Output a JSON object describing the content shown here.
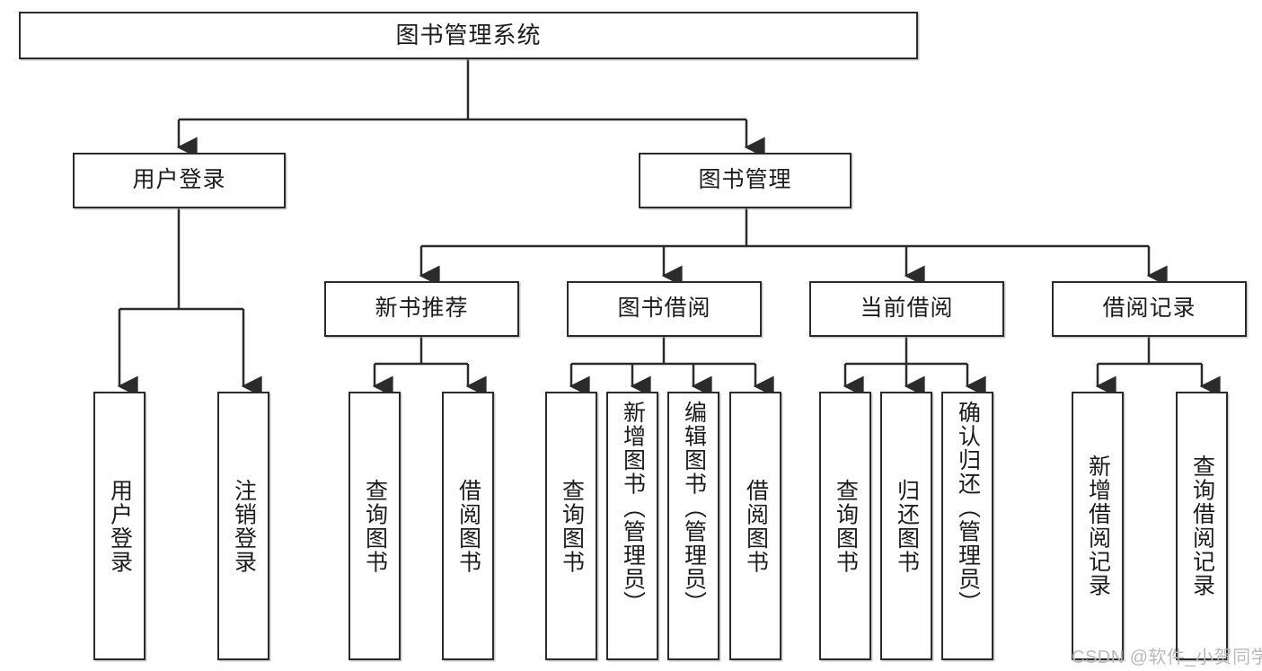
{
  "diagram": {
    "type": "tree",
    "title": "图书管理系统",
    "root": {
      "label": "图书管理系统"
    },
    "level1": [
      {
        "id": "user-login",
        "label": "用户登录"
      },
      {
        "id": "book-manage",
        "label": "图书管理"
      }
    ],
    "level2": [
      {
        "id": "new-book-recommend",
        "label": "新书推荐",
        "parent": "book-manage"
      },
      {
        "id": "book-borrow",
        "label": "图书借阅",
        "parent": "book-manage"
      },
      {
        "id": "current-borrow",
        "label": "当前借阅",
        "parent": "book-manage"
      },
      {
        "id": "borrow-record",
        "label": "借阅记录",
        "parent": "book-manage"
      }
    ],
    "leaves": {
      "user-login": [
        {
          "id": "leaf-user-login",
          "label": "用户登录"
        },
        {
          "id": "leaf-user-logout",
          "label": "注销登录"
        }
      ],
      "new-book-recommend": [
        {
          "id": "leaf-query-book-1",
          "label": "查询图书"
        },
        {
          "id": "leaf-borrow-book-1",
          "label": "借阅图书"
        }
      ],
      "book-borrow": [
        {
          "id": "leaf-query-book-2",
          "label": "查询图书"
        },
        {
          "id": "leaf-add-book",
          "label": "新增图书（管理员）"
        },
        {
          "id": "leaf-edit-book",
          "label": "编辑图书（管理员）"
        },
        {
          "id": "leaf-borrow-book-2",
          "label": "借阅图书"
        }
      ],
      "current-borrow": [
        {
          "id": "leaf-query-book-3",
          "label": "查询图书"
        },
        {
          "id": "leaf-return-book",
          "label": "归还图书"
        },
        {
          "id": "leaf-confirm-return",
          "label": "确认归还（管理员）"
        }
      ],
      "borrow-record": [
        {
          "id": "leaf-add-record",
          "label": "新增借阅记录"
        },
        {
          "id": "leaf-query-record",
          "label": "查询借阅记录"
        }
      ]
    },
    "colors": {
      "stroke": "#2b2b2b",
      "fill": "#ffffff",
      "text": "#1c1c1c",
      "watermark": "#b9b9b9"
    }
  },
  "watermark": {
    "text": "CSDN @软件_小贺同学"
  }
}
